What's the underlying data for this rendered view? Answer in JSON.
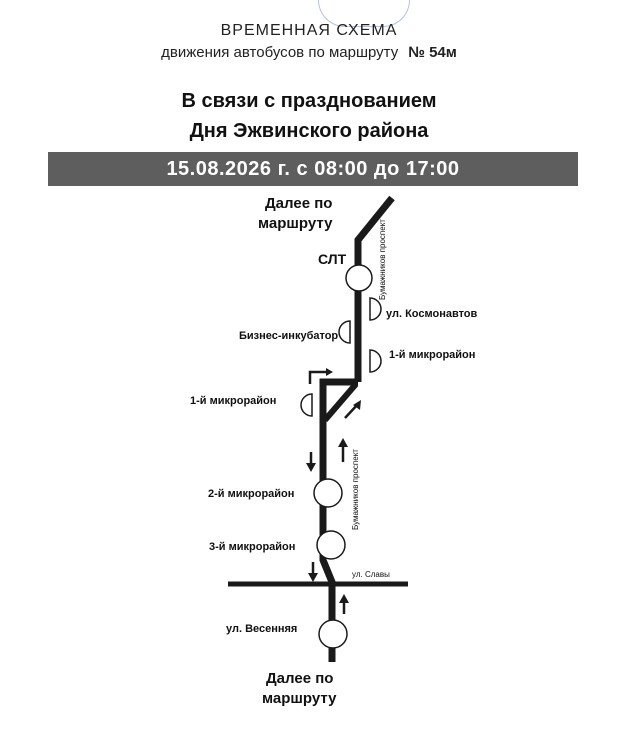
{
  "header": {
    "line1": "ВРЕМЕННАЯ   СХЕМА",
    "line2": "движения автобусов по маршруту",
    "route_number": "№ 54м"
  },
  "title": {
    "line1": "В связи с празднованием",
    "line2": "Дня Эжвинского района"
  },
  "date_band": "15.08.2026 г. с 08:00 до 17:00",
  "map": {
    "continue_top": [
      "Далее по",
      "маршруту"
    ],
    "continue_bottom": [
      "Далее по",
      "маршруту"
    ],
    "street_avenue": "Бумажников проспект",
    "street_slavy": "ул. Славы",
    "stops": {
      "slt": "СЛТ",
      "kosmonavtov": "ул. Космонавтов",
      "biznes": "Бизнес-инкубатор",
      "mkr1_right": "1-й микрорайон",
      "mkr1_left": "1-й микрорайон",
      "mkr2": "2-й микрорайон",
      "mkr3": "3-й микрорайон",
      "vesennyaya": "ул. Весенняя"
    }
  }
}
